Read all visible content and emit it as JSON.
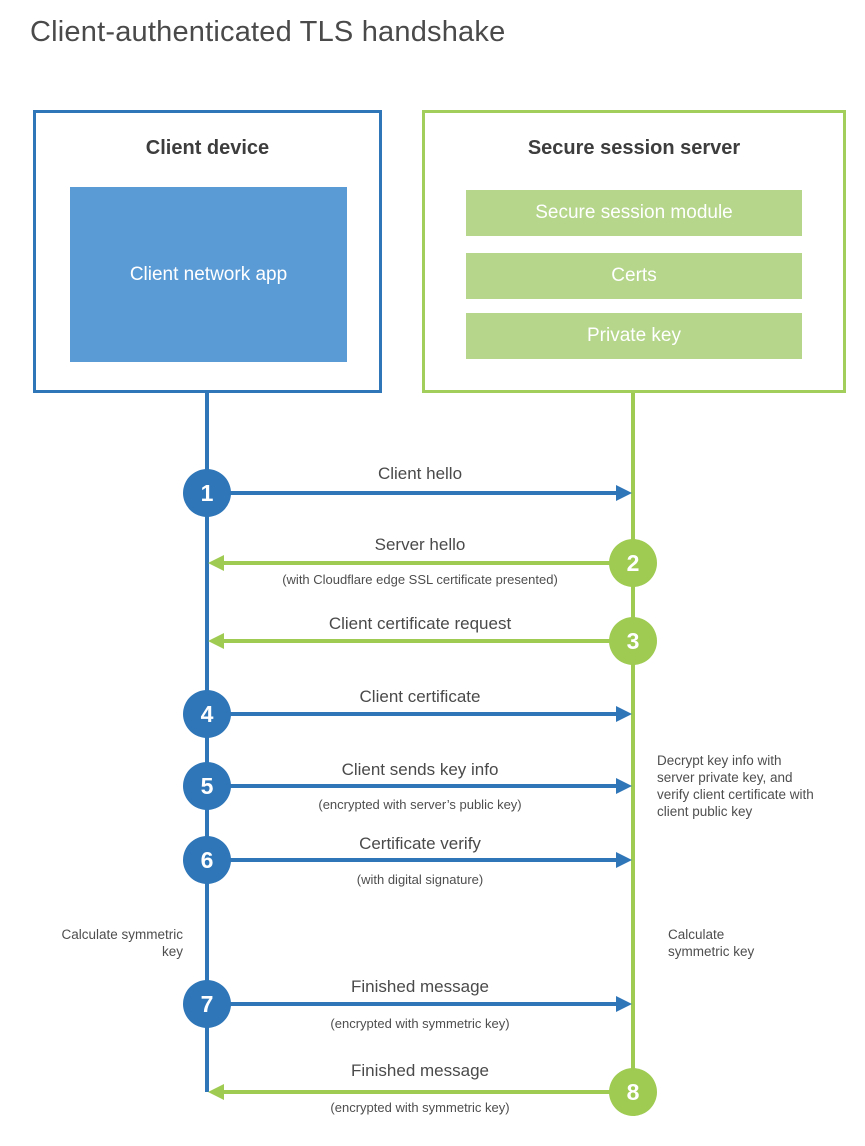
{
  "title": "Client-authenticated TLS handshake",
  "colors": {
    "blue_line": "#2e76b8",
    "blue_fill": "#5b9bd5",
    "green_line": "#9fcb52",
    "green_fill": "#b5d68b",
    "heading_text": "#3d3d3d",
    "label_text": "#4a4a4a"
  },
  "client": {
    "heading": "Client device",
    "app_label": "Client network app"
  },
  "server": {
    "heading": "Secure session server",
    "modules": [
      "Secure session module",
      "Certs",
      "Private key"
    ]
  },
  "steps": [
    {
      "number": "1",
      "label": "Client hello",
      "sublabel": "",
      "direction": "right",
      "from": "client",
      "color": "blue"
    },
    {
      "number": "2",
      "label": "Server hello",
      "sublabel": "(with Cloudflare edge SSL certificate presented)",
      "direction": "left",
      "from": "server",
      "color": "green"
    },
    {
      "number": "3",
      "label": "Client certificate request",
      "sublabel": "",
      "direction": "left",
      "from": "server",
      "color": "green"
    },
    {
      "number": "4",
      "label": "Client certificate",
      "sublabel": "",
      "direction": "right",
      "from": "client",
      "color": "blue"
    },
    {
      "number": "5",
      "label": "Client sends key info",
      "sublabel": "(encrypted with server’s public key)",
      "direction": "right",
      "from": "client",
      "color": "blue"
    },
    {
      "number": "6",
      "label": "Certificate verify",
      "sublabel": "(with digital signature)",
      "direction": "right",
      "from": "client",
      "color": "blue"
    },
    {
      "number": "7",
      "label": "Finished message",
      "sublabel": "(encrypted with symmetric key)",
      "direction": "right",
      "from": "client",
      "color": "blue"
    },
    {
      "number": "8",
      "label": "Finished message",
      "sublabel": "(encrypted with symmetric key)",
      "direction": "left",
      "from": "server",
      "color": "green"
    }
  ],
  "notes": {
    "decrypt": "Decrypt key info with server private key, and verify client certificate with client public key",
    "calculate_left": "Calculate symmetric key",
    "calculate_right": "Calculate symmetric key"
  }
}
